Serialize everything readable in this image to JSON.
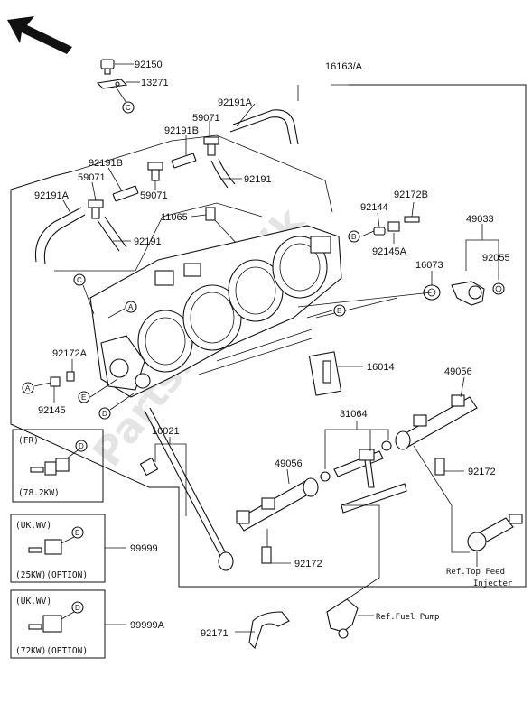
{
  "watermark": "PartsRepublik",
  "parts": {
    "p92150": "92150",
    "p13271": "13271",
    "p16163A": "16163/A",
    "p92191A_top": "92191A",
    "p59071_top": "59071",
    "p92191B_top": "92191B",
    "p92191B_left": "92191B",
    "p59071_left": "59071",
    "p59071_mid": "59071",
    "p92191_top": "92191",
    "p92191A_left": "92191A",
    "p11065": "11065",
    "p92191_mid": "92191",
    "p92144": "92144",
    "p92172B": "92172B",
    "p49033": "49033",
    "p92145A": "92145A",
    "p16073": "16073",
    "p92055": "92055",
    "p92172A": "92172A",
    "p16014": "16014",
    "p49056_right": "49056",
    "p92145": "92145",
    "p31064": "31064",
    "p16021": "16021",
    "p49056_mid": "49056",
    "p92172_right": "92172",
    "p99999": "99999",
    "p92172_bottom": "92172",
    "p99999A": "99999A",
    "p92171": "92171"
  },
  "refs": {
    "A1": "A",
    "A2": "A",
    "B1": "B",
    "B2": "B",
    "C1": "C",
    "C2": "C",
    "D1": "D",
    "D2": "D",
    "D3": "D",
    "E1": "E",
    "E2": "E"
  },
  "boxes": {
    "fr_region": "(FR)",
    "fr_power": "(78.2KW)",
    "uk1_region": "(UK,WV)",
    "uk1_power": "(25KW)(OPTION)",
    "uk2_region": "(UK,WV)",
    "uk2_power": "(72KW)(OPTION)"
  },
  "notes": {
    "ref_top_feed_1": "Ref.Top Feed",
    "ref_top_feed_2": "Injecter",
    "ref_fuel_pump": "Ref.Fuel Pump"
  }
}
